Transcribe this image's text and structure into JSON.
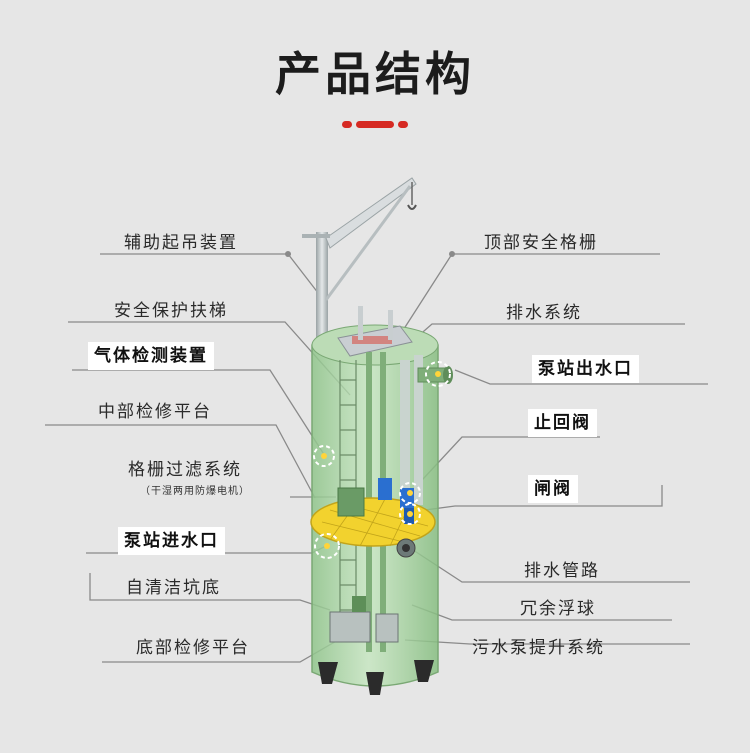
{
  "title": "产品结构",
  "colors": {
    "background": "#e6e6e6",
    "accent": "#d62a23",
    "tank": "#a7d6a0",
    "platform": "#f2d22e",
    "pipe": "#c9d4cf",
    "valve": "#2a6fd0"
  },
  "labels": {
    "aux_hoist": "辅助起吊装置",
    "top_grille": "顶部安全格栅",
    "ladder": "安全保护扶梯",
    "drainage": "排水系统",
    "gas_detect": "气体检测装置",
    "outlet": "泵站出水口",
    "mid_platform": "中部检修平台",
    "check_valve": "止回阀",
    "grille_filter": "格栅过滤系统",
    "grille_filter_sub": "（干湿两用防爆电机）",
    "gate_valve": "闸阀",
    "inlet": "泵站进水口",
    "drain_pipe": "排水管路",
    "self_clean": "自清洁坑底",
    "float_ball": "冗余浮球",
    "bottom_platform": "底部检修平台",
    "pump_system": "污水泵提升系统"
  }
}
